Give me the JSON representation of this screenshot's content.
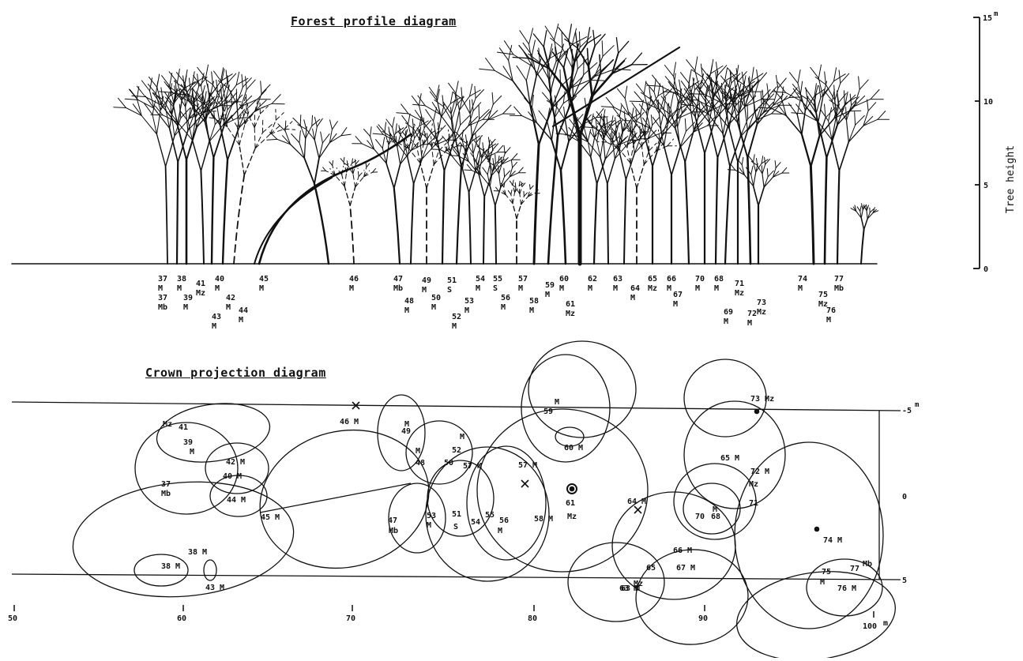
{
  "profile": {
    "title": "Forest profile diagram",
    "height_axis": {
      "label": "Tree height",
      "unit": "m",
      "ticks": [
        "15",
        "10",
        "5",
        "0"
      ]
    },
    "tree_labels": [
      {
        "lines": [
          "37",
          "M"
        ]
      },
      {
        "lines": [
          "37",
          "Mb"
        ]
      },
      {
        "lines": [
          "38",
          "M"
        ]
      },
      {
        "lines": [
          "39",
          "M"
        ]
      },
      {
        "lines": [
          "41",
          "Mz"
        ]
      },
      {
        "lines": [
          "40",
          "M"
        ]
      },
      {
        "lines": [
          "42",
          "M"
        ]
      },
      {
        "lines": [
          "43",
          "M"
        ]
      },
      {
        "lines": [
          "44",
          "M"
        ]
      },
      {
        "lines": [
          "45",
          "M"
        ]
      },
      {
        "lines": [
          "46",
          "M"
        ]
      },
      {
        "lines": [
          "47",
          "Mb"
        ]
      },
      {
        "lines": [
          "48",
          "M"
        ]
      },
      {
        "lines": [
          "49",
          "M"
        ]
      },
      {
        "lines": [
          "50",
          "M"
        ]
      },
      {
        "lines": [
          "51",
          "S"
        ]
      },
      {
        "lines": [
          "52",
          "M"
        ]
      },
      {
        "lines": [
          "53",
          "M"
        ]
      },
      {
        "lines": [
          "54",
          "M"
        ]
      },
      {
        "lines": [
          "55",
          "S"
        ]
      },
      {
        "lines": [
          "56",
          "M"
        ]
      },
      {
        "lines": [
          "57",
          "M"
        ]
      },
      {
        "lines": [
          "58",
          "M"
        ]
      },
      {
        "lines": [
          "59",
          "M"
        ]
      },
      {
        "lines": [
          "60",
          "M"
        ]
      },
      {
        "lines": [
          "61",
          "Mz"
        ]
      },
      {
        "lines": [
          "62",
          "M"
        ]
      },
      {
        "lines": [
          "63",
          "M"
        ]
      },
      {
        "lines": [
          "64",
          "M"
        ]
      },
      {
        "lines": [
          "65",
          "Mz"
        ]
      },
      {
        "lines": [
          "66",
          "M"
        ]
      },
      {
        "lines": [
          "67",
          "M"
        ]
      },
      {
        "lines": [
          "68",
          "M"
        ]
      },
      {
        "lines": [
          "69",
          "M"
        ]
      },
      {
        "lines": [
          "70",
          "M"
        ]
      },
      {
        "lines": [
          "71",
          "Mz"
        ]
      },
      {
        "lines": [
          "72",
          "M"
        ]
      },
      {
        "lines": [
          "73",
          "Mz"
        ]
      },
      {
        "lines": [
          "74",
          "M"
        ]
      },
      {
        "lines": [
          "75",
          "Mz"
        ]
      },
      {
        "lines": [
          "76",
          "M"
        ]
      },
      {
        "lines": [
          "77",
          "Mb"
        ]
      }
    ]
  },
  "crown": {
    "title": "Crown projection diagram",
    "x_axis": {
      "ticks": [
        "50",
        "60",
        "70",
        "80",
        "90",
        "100"
      ],
      "unit": "m"
    },
    "y_axis": {
      "ticks": [
        "-5",
        "0",
        "5"
      ],
      "unit": "m"
    },
    "tree_labels": [
      "41",
      "Mz",
      "39",
      "M",
      "42 M",
      "40 M",
      "37",
      "Mb",
      "44 M",
      "45 M",
      "38 M",
      "38 M",
      "43 M",
      "46 M",
      "49",
      "M",
      "M",
      "52",
      "M",
      "48",
      "50",
      "57 M",
      "47",
      "Mb",
      "53",
      "M",
      "55",
      "54",
      "51",
      "S",
      "56",
      "M",
      "57 M",
      "58 M",
      "61",
      "Mz",
      "59",
      "M",
      "60 M",
      "63 M",
      "64 M",
      "73 Mz",
      "65 M",
      "72 M",
      "Mz",
      "70",
      "68",
      "M",
      "71",
      "66 M",
      "67 M",
      "Mz",
      "65",
      "63 M",
      "74 M",
      "75",
      "M",
      "76 M",
      "77",
      "Mb"
    ]
  }
}
